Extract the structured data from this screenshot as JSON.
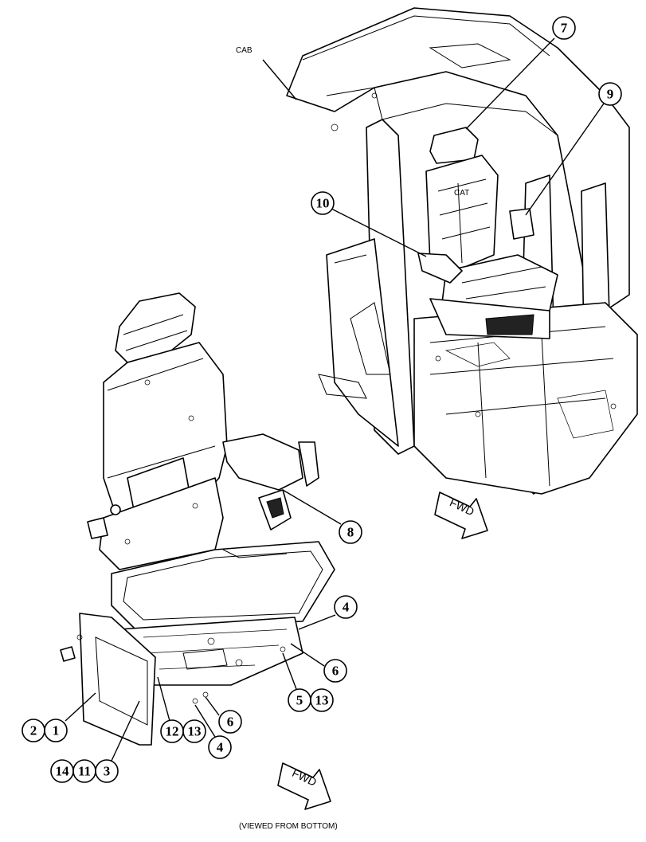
{
  "labels": {
    "cab": "CAB",
    "viewed_from_bottom": "(VIEWED FROM BOTTOM)",
    "fwd_top": "FWD",
    "fwd_bottom": "FWD"
  },
  "callouts": {
    "c7": "7",
    "c9": "9",
    "c10": "10",
    "c8": "8",
    "c4a": "4",
    "c6a": "6",
    "c5": "5",
    "c13a": "13",
    "c6b": "6",
    "c4b": "4",
    "c12": "12",
    "c13b": "13",
    "c2": "2",
    "c1": "1",
    "c14": "14",
    "c11": "11",
    "c3": "3"
  }
}
